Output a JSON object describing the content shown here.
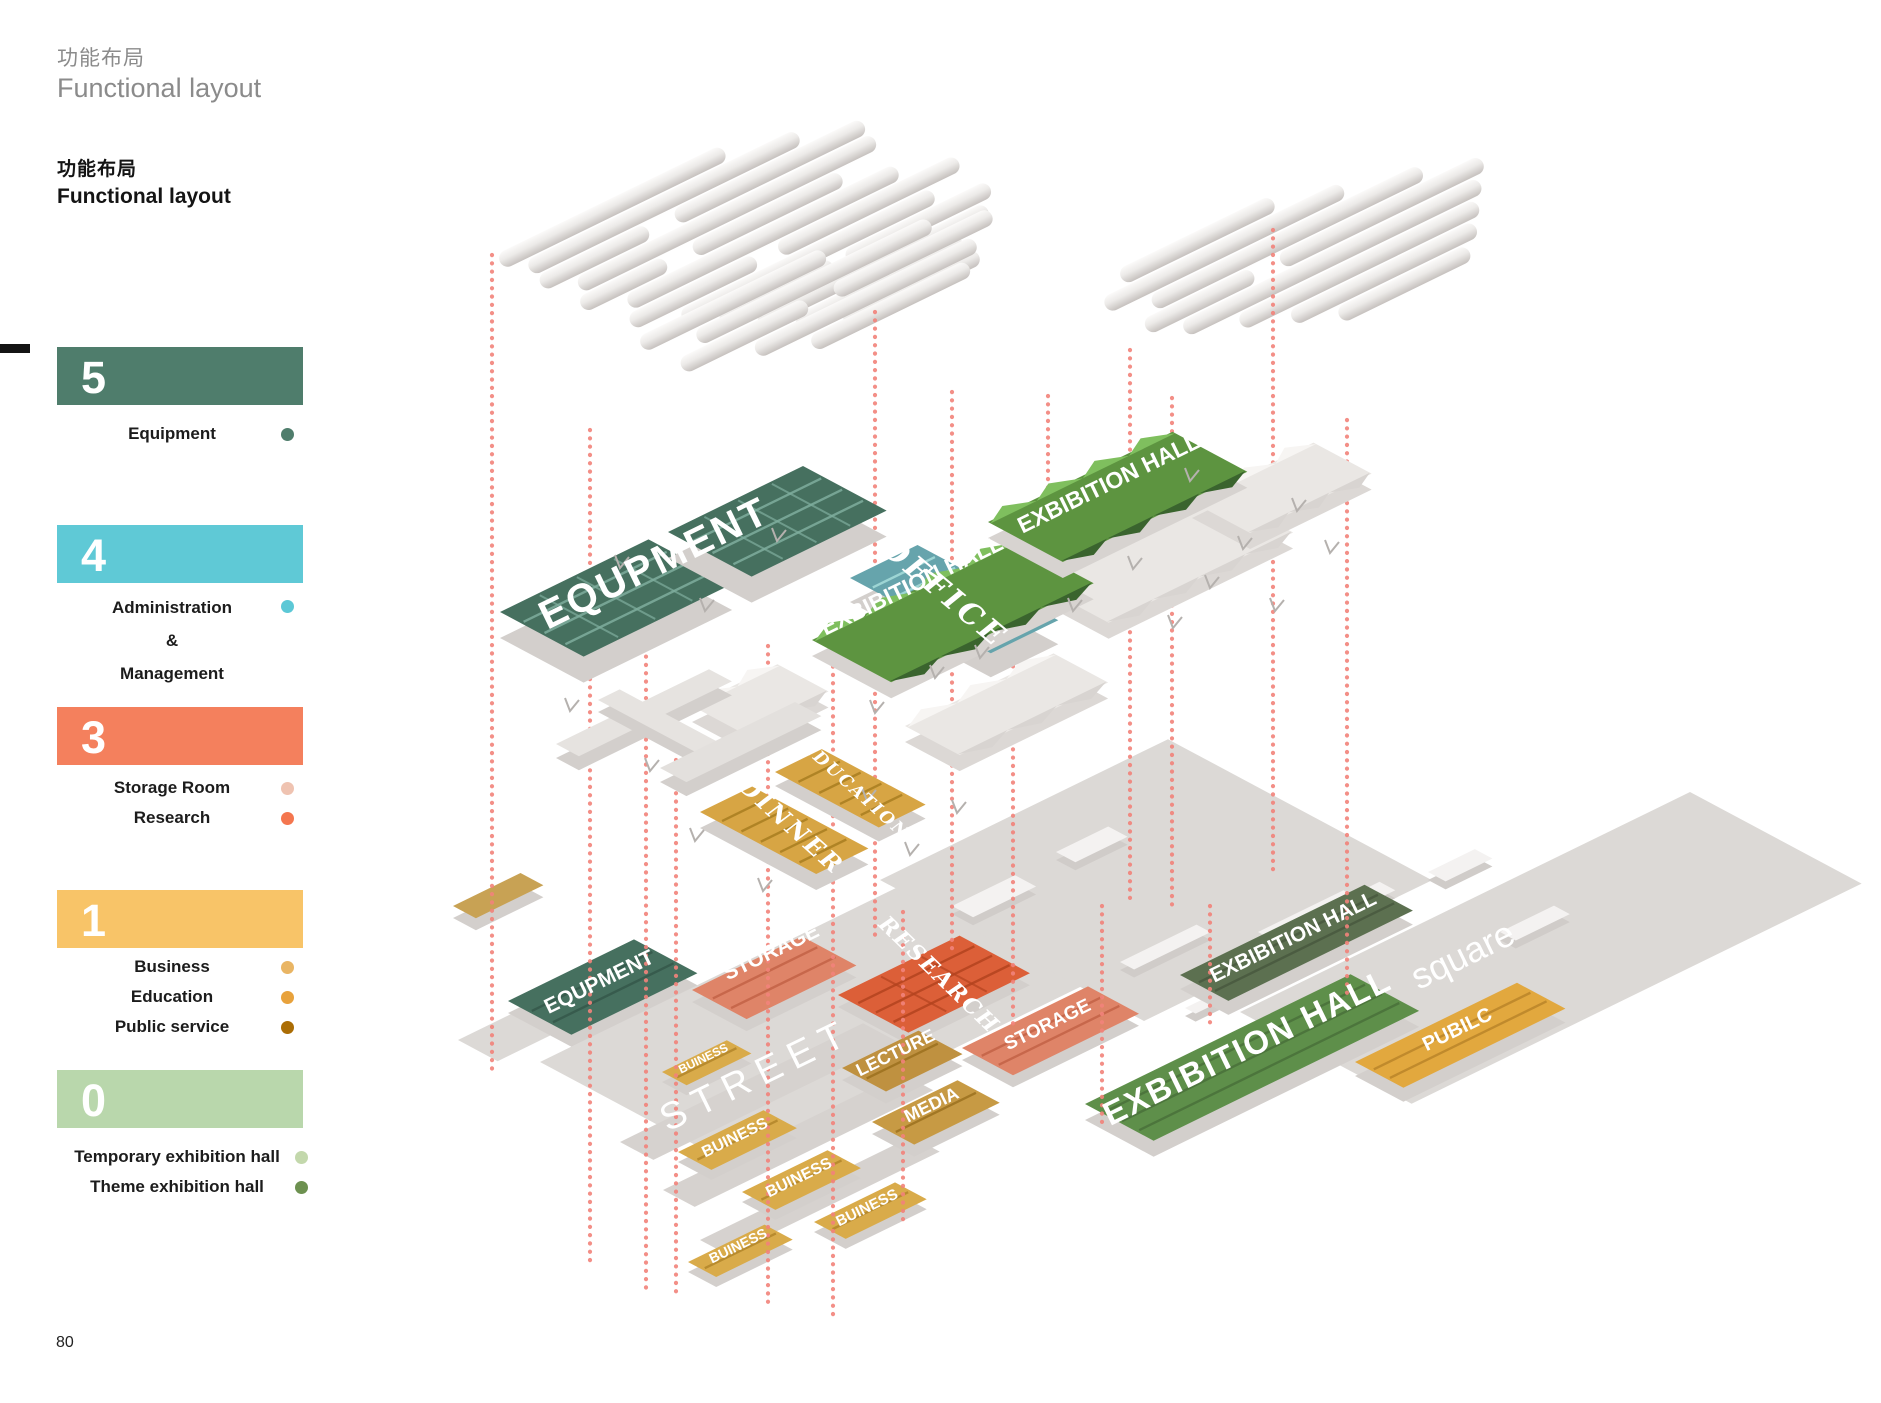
{
  "page": {
    "number": "80",
    "background": "#ffffff"
  },
  "header": {
    "title_zh": "功能布局",
    "title_en": "Functional layout"
  },
  "section_title": {
    "title_zh": "功能布局",
    "title_en": "Functional layout"
  },
  "legend": {
    "levels": [
      {
        "number": "5",
        "bar_color": "#4f7d6c",
        "items": [
          {
            "label": "Equipment",
            "dot_color": "#4f7d6c"
          }
        ]
      },
      {
        "number": "4",
        "bar_color": "#5fc9d6",
        "items": [
          {
            "label": "Administration",
            "dot_color": "#5cc8d6"
          },
          {
            "label": "&"
          },
          {
            "label": "Management"
          }
        ]
      },
      {
        "number": "3",
        "bar_color": "#f4805d",
        "items": [
          {
            "label": "Storage Room",
            "dot_color": "#efc3b1"
          },
          {
            "label": "Research",
            "dot_color": "#f4764f"
          }
        ]
      },
      {
        "number": "1",
        "bar_color": "#f8c468",
        "items": [
          {
            "label": "Business",
            "dot_color": "#e9b564"
          },
          {
            "label": "Education",
            "dot_color": "#e8a23c"
          },
          {
            "label": "Public service",
            "dot_color": "#ab6d05"
          }
        ]
      },
      {
        "number": "0",
        "bar_color": "#b9d7ac",
        "items": [
          {
            "label": "Temporary exhibition hall",
            "dot_color": "#c3d8ac"
          },
          {
            "label": "Theme exhibition hall",
            "dot_color": "#6d9150"
          }
        ]
      }
    ]
  },
  "diagram": {
    "labels": {
      "equipment_upper": "EQUPMENT",
      "office": "OFFICE",
      "tent_hall_left": "EXBIBITION HALL",
      "tent_hall_right": "EXBIBITION HALL",
      "dinner": "DINNER",
      "education": "EDUCATION",
      "equipment_ground": "EQUPMENT",
      "storage_a": "STORAGE",
      "research": "RESEARCH",
      "storage_b": "STORAGE",
      "lecture": "LECTURE",
      "media": "MEDIA",
      "buiness_1": "BUINESS",
      "buiness_2": "BUINESS",
      "buiness_3": "BUINESS",
      "buiness_4": "BUINESS",
      "buiness_5": "BUINESS",
      "street": "STREET",
      "exhibition_hall_upper": "EXBIBITION HALL",
      "exhibition_hall_main": "EXBIBITION HALL",
      "square": "square",
      "public": "PUBILC"
    },
    "colors": {
      "dotted_line": "#f2837b",
      "ground": "#dcd9d6",
      "terrace": "#d6d2cf",
      "equipment": "#46705f",
      "equipment_stripe": "#7fae9e",
      "office": "#66a4ac",
      "office_stripe": "#a7dedb",
      "tent_green": "#5d9440",
      "tent_peak": "#7fbf5e",
      "tent_shadow": "#3a642e",
      "gold": "#d7a544",
      "gold_dark": "#a97e20",
      "ground_gold": "#d9ab4a",
      "salmon": "#df8468",
      "salmon_dark": "#c36246",
      "orange": "#dc5f38",
      "orange_dark": "#b4431f",
      "hall_dark": "#5c7050",
      "hall_dark_stripe": "#49593f",
      "hall_green": "#5e8f4a",
      "hall_green_stripe": "#49713a",
      "public_gold": "#e2a83e",
      "lecture_gold": "#bf9140",
      "media_gold": "#c79a44",
      "left_gold": "#c8a254"
    }
  }
}
